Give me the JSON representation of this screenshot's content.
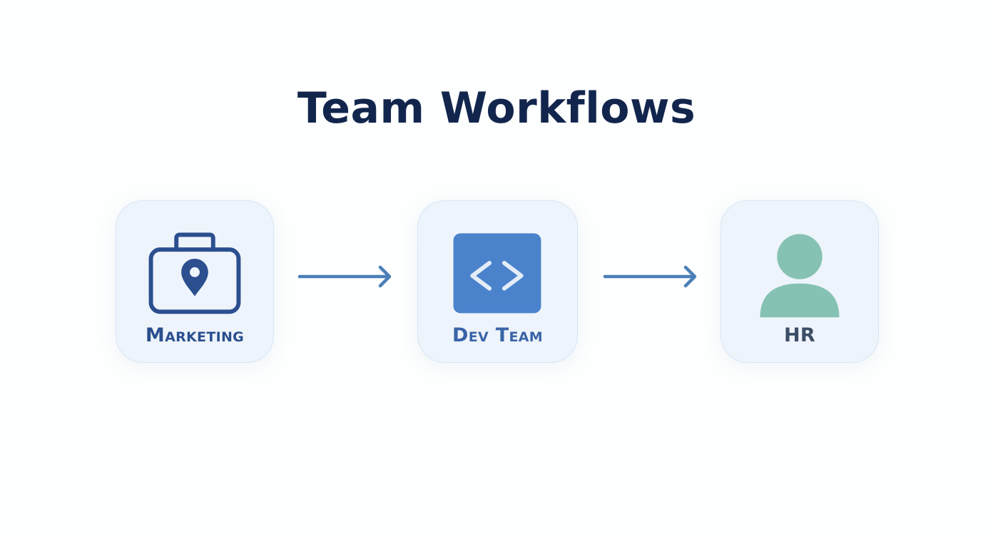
{
  "title": "Team Workflows",
  "colors": {
    "title": "#12264d",
    "card_background": "#eef4fb",
    "card_border": "#d6e6f6",
    "arrow": "#4a7fb8",
    "marketing": "#2b4f8f",
    "dev_icon": "#4a82cc",
    "dev_label": "#3a64a8",
    "hr_icon": "#86c2b3",
    "hr_label": "#3c4e66"
  },
  "nodes": [
    {
      "label": "Marketing",
      "icon": "briefcase-location-icon"
    },
    {
      "label": "Dev Team",
      "icon": "code-brackets-icon"
    },
    {
      "label": "HR",
      "icon": "person-icon"
    }
  ],
  "connectors": [
    {
      "from": "Marketing",
      "to": "Dev Team"
    },
    {
      "from": "Dev Team",
      "to": "HR"
    }
  ]
}
